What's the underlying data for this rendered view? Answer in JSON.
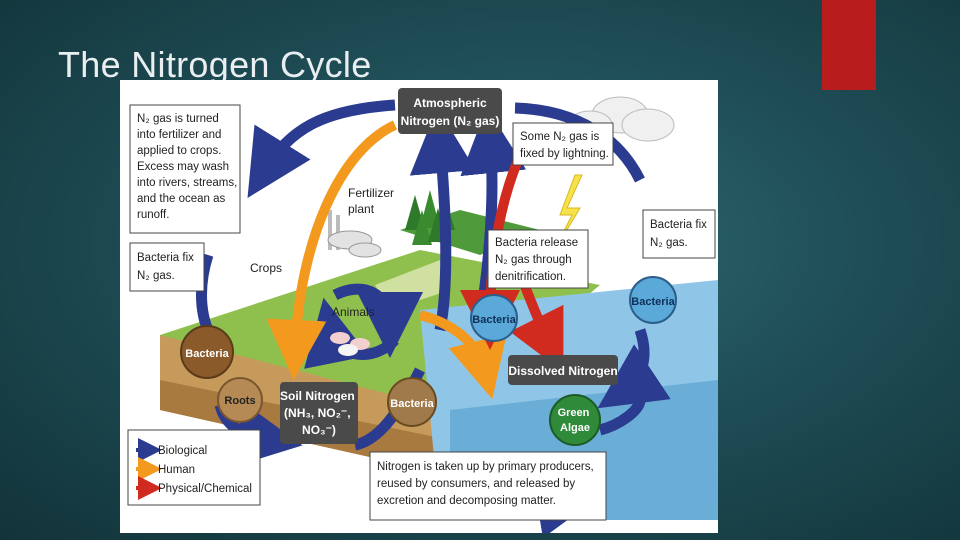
{
  "slide": {
    "title": "The Nitrogen Cycle",
    "accent_color": "#b81c1c"
  },
  "diagram": {
    "atmospheric": [
      "Atmospheric",
      "Nitrogen (N₂ gas)"
    ],
    "fertilizer_note": [
      "N₂ gas is turned",
      "into fertilizer and",
      "applied to crops.",
      "Excess may wash",
      "into rivers, streams,",
      "and the ocean as",
      "runoff."
    ],
    "lightning_note": [
      "Some N₂ gas is",
      "fixed by lightning."
    ],
    "fertilizer_plant": [
      "Fertilizer",
      "plant"
    ],
    "bacteria_fix_left": [
      "Bacteria fix",
      "N₂ gas."
    ],
    "bacteria_fix_right": [
      "Bacteria fix",
      "N₂ gas."
    ],
    "denitrification_note": [
      "Bacteria release",
      "N₂ gas through",
      "denitrification."
    ],
    "crops": "Crops",
    "animals": "Animals",
    "bacteria": "Bacteria",
    "roots": "Roots",
    "soil_nitrogen": [
      "Soil Nitrogen",
      "(NH₃, NO₂⁻,",
      "NO₃⁻)"
    ],
    "dissolved_nitrogen": "Dissolved Nitrogen",
    "green_algae": [
      "Green",
      "Algae"
    ],
    "primary_note": [
      "Nitrogen is taken up by primary producers,",
      "reused by consumers, and released by",
      "excretion and decomposing matter."
    ],
    "legend": [
      {
        "label": "Biological",
        "color": "#2b3b8f"
      },
      {
        "label": "Human",
        "color": "#f39a1e"
      },
      {
        "label": "Physical/Chemical",
        "color": "#d12a1f"
      }
    ]
  }
}
